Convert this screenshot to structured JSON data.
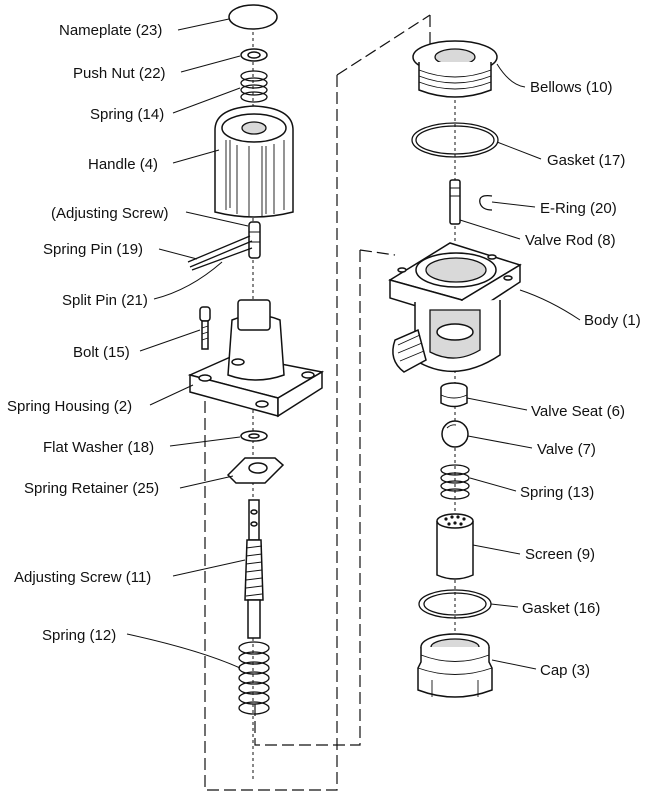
{
  "labels": {
    "nameplate": "Nameplate (23)",
    "push_nut": "Push Nut (22)",
    "spring_14": "Spring (14)",
    "handle": "Handle (4)",
    "adjusting_screw_ref": "(Adjusting Screw)",
    "spring_pin": "Spring Pin (19)",
    "split_pin": "Split Pin (21)",
    "bolt": "Bolt (15)",
    "spring_housing": "Spring Housing (2)",
    "flat_washer": "Flat Washer (18)",
    "spring_retainer": "Spring Retainer (25)",
    "adjusting_screw": "Adjusting Screw (11)",
    "spring_12": "Spring (12)",
    "bellows": "Bellows (10)",
    "gasket_17": "Gasket (17)",
    "e_ring": "E-Ring (20)",
    "valve_rod": "Valve Rod (8)",
    "body": "Body (1)",
    "valve_seat": "Valve Seat (6)",
    "valve": "Valve (7)",
    "spring_13": "Spring (13)",
    "screen": "Screen (9)",
    "gasket_16": "Gasket (16)",
    "cap": "Cap (3)"
  }
}
